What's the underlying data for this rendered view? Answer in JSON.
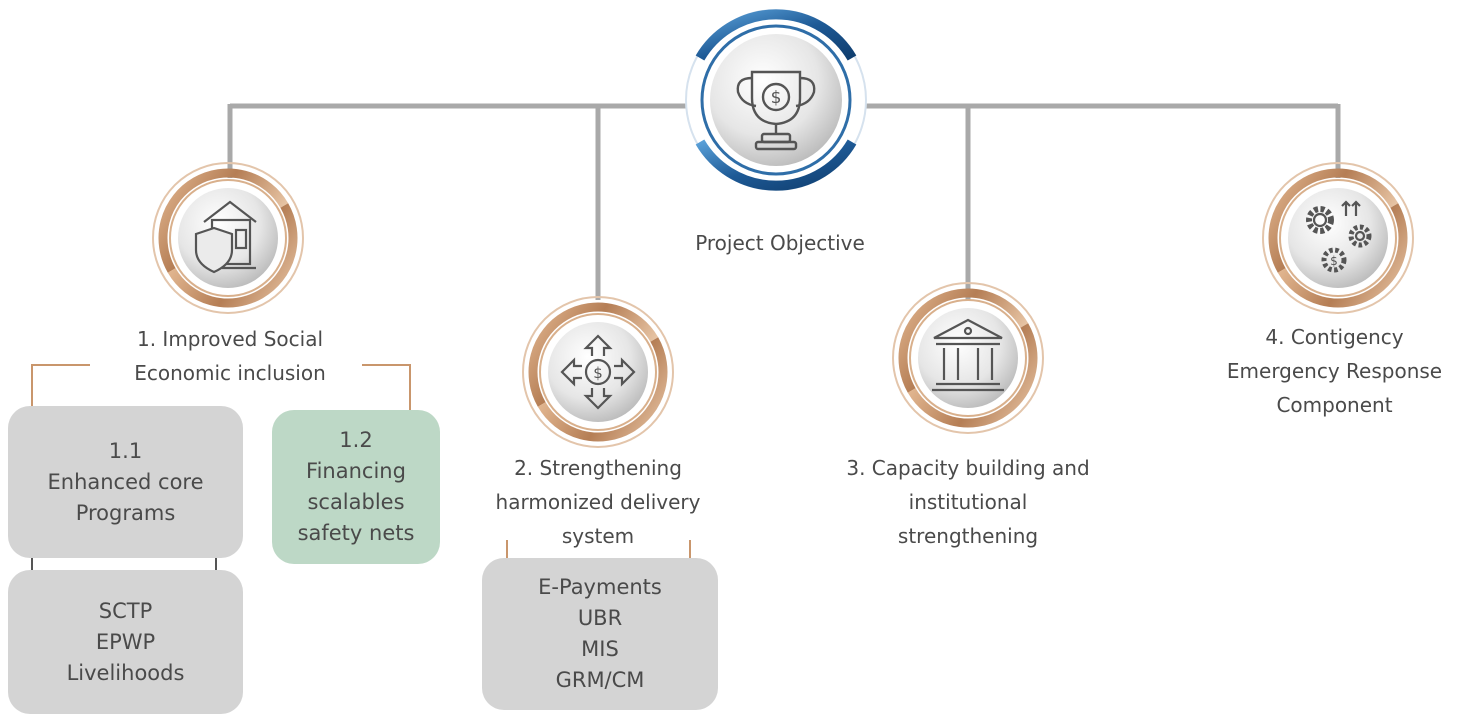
{
  "center": {
    "title": "Project Objective",
    "icon": "trophy-dollar-icon"
  },
  "components": [
    {
      "lines": [
        "1. Improved Social",
        "Economic inclusion"
      ],
      "icon": "house-shield-icon"
    },
    {
      "lines": [
        "2. Strengthening",
        "harmonized delivery",
        "system"
      ],
      "icon": "dollar-arrows-icon"
    },
    {
      "lines": [
        "3. Capacity building and",
        "institutional",
        "strengthening"
      ],
      "icon": "bank-building-icon"
    },
    {
      "lines": [
        "4. Contigency",
        "Emergency Response",
        "Component"
      ],
      "icon": "gears-dollar-icon"
    }
  ],
  "boxes": [
    {
      "lines": [
        "1.1",
        "Enhanced core",
        "Programs"
      ]
    },
    {
      "lines": [
        "1.2",
        "Financing",
        "scalables",
        "safety nets"
      ]
    },
    {
      "lines": [
        "SCTP",
        "EPWP",
        "Livelihoods"
      ]
    },
    {
      "lines": [
        "E-Payments",
        "UBR",
        "MIS",
        "GRM/CM"
      ]
    }
  ],
  "colors": {
    "connector": "#a9a9a9",
    "bronze": "#c9966c",
    "blue": "#1e5a96",
    "gray_box": "#d4d4d4",
    "green_box": "#bdd8c6",
    "dark_arrow": "#555555"
  }
}
